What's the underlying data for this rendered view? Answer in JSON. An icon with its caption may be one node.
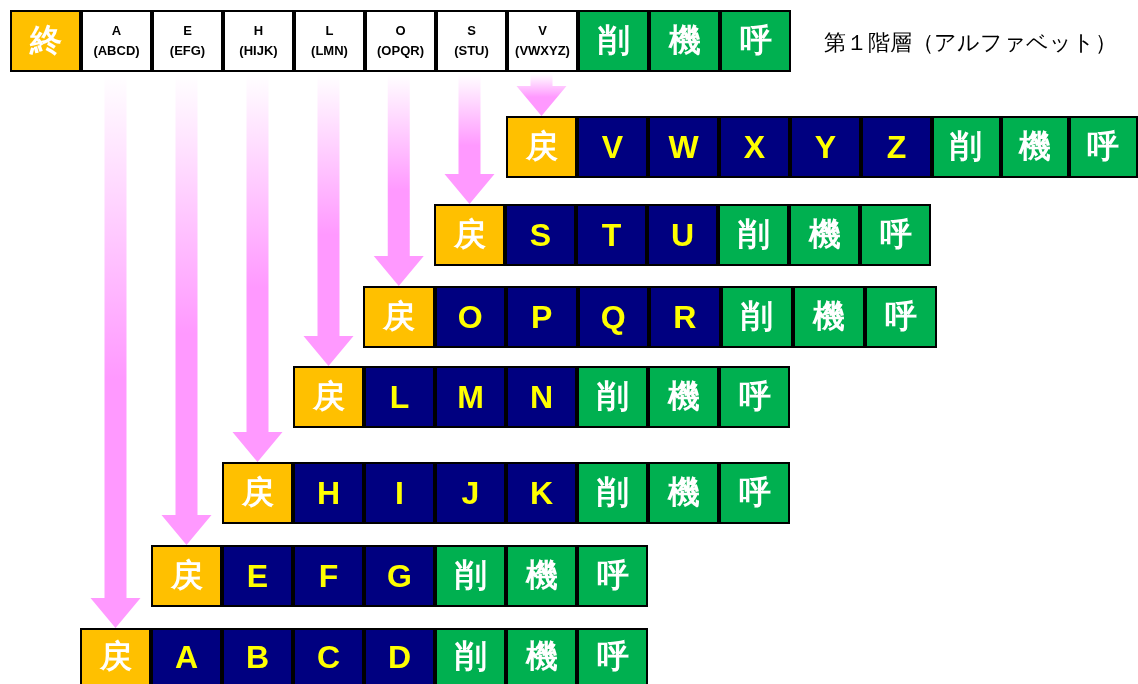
{
  "diagram": {
    "nodes": [
      {
        "text": [
          "終"
        ]
      },
      {
        "text": [
          "A",
          "(ABCD)"
        ]
      },
      {
        "text": [
          "E",
          "(EFG)"
        ]
      },
      {
        "text": [
          "H",
          "(HIJK)"
        ]
      },
      {
        "text": [
          "L",
          "(LMN)"
        ]
      },
      {
        "text": [
          "O",
          "(OPQR)"
        ]
      },
      {
        "text": [
          "S",
          "(STU)"
        ]
      },
      {
        "text": [
          "V",
          "(VWXYZ)"
        ]
      },
      {
        "text": [
          "削"
        ]
      },
      {
        "text": [
          "機"
        ]
      },
      {
        "text": [
          "呼"
        ]
      },
      {
        "text": [
          "戻"
        ]
      },
      {
        "text": [
          "V"
        ]
      },
      {
        "text": [
          "W"
        ]
      },
      {
        "text": [
          "X"
        ]
      },
      {
        "text": [
          "Y"
        ]
      },
      {
        "text": [
          "Z"
        ]
      },
      {
        "text": [
          "削"
        ]
      },
      {
        "text": [
          "機"
        ]
      },
      {
        "text": [
          "呼"
        ]
      },
      {
        "text": [
          "戻"
        ]
      },
      {
        "text": [
          "S"
        ]
      },
      {
        "text": [
          "T"
        ]
      },
      {
        "text": [
          "U"
        ]
      },
      {
        "text": [
          "削"
        ]
      },
      {
        "text": [
          "機"
        ]
      },
      {
        "text": [
          "呼"
        ]
      },
      {
        "text": [
          "戻"
        ]
      },
      {
        "text": [
          "O"
        ]
      },
      {
        "text": [
          "P"
        ]
      },
      {
        "text": [
          "Q"
        ]
      },
      {
        "text": [
          "R"
        ]
      },
      {
        "text": [
          "削"
        ]
      },
      {
        "text": [
          "機"
        ]
      },
      {
        "text": [
          "呼"
        ]
      },
      {
        "text": [
          "戻"
        ]
      },
      {
        "text": [
          "L"
        ]
      },
      {
        "text": [
          "M"
        ]
      },
      {
        "text": [
          "N"
        ]
      },
      {
        "text": [
          "削"
        ]
      },
      {
        "text": [
          "機"
        ]
      },
      {
        "text": [
          "呼"
        ]
      },
      {
        "text": [
          "戻"
        ]
      },
      {
        "text": [
          "H"
        ]
      },
      {
        "text": [
          "I"
        ]
      },
      {
        "text": [
          "J"
        ]
      },
      {
        "text": [
          "K"
        ]
      },
      {
        "text": [
          "削"
        ]
      },
      {
        "text": [
          "機"
        ]
      },
      {
        "text": [
          "呼"
        ]
      },
      {
        "text": [
          "戻"
        ]
      },
      {
        "text": [
          "E"
        ]
      },
      {
        "text": [
          "F"
        ]
      },
      {
        "text": [
          "G"
        ]
      },
      {
        "text": [
          "削"
        ]
      },
      {
        "text": [
          "機"
        ]
      },
      {
        "text": [
          "呼"
        ]
      },
      {
        "text": [
          "戻"
        ]
      },
      {
        "text": [
          "A"
        ]
      },
      {
        "text": [
          "B"
        ]
      },
      {
        "text": [
          "C"
        ]
      },
      {
        "text": [
          "D"
        ]
      },
      {
        "text": [
          "削"
        ]
      },
      {
        "text": [
          "機"
        ]
      },
      {
        "text": [
          "呼"
        ]
      }
    ],
    "edges": [
      {
        "from": 1,
        "to": 57,
        "arrow": "to"
      },
      {
        "from": 2,
        "to": 50,
        "arrow": "to"
      },
      {
        "from": 3,
        "to": 42,
        "arrow": "to"
      },
      {
        "from": 4,
        "to": 35,
        "arrow": "to"
      },
      {
        "from": 5,
        "to": 27,
        "arrow": "to"
      },
      {
        "from": 6,
        "to": 20,
        "arrow": "to"
      },
      {
        "from": 7,
        "to": 11,
        "arrow": "to"
      }
    ],
    "labels": [
      "第１階層（アルファベット）"
    ]
  }
}
